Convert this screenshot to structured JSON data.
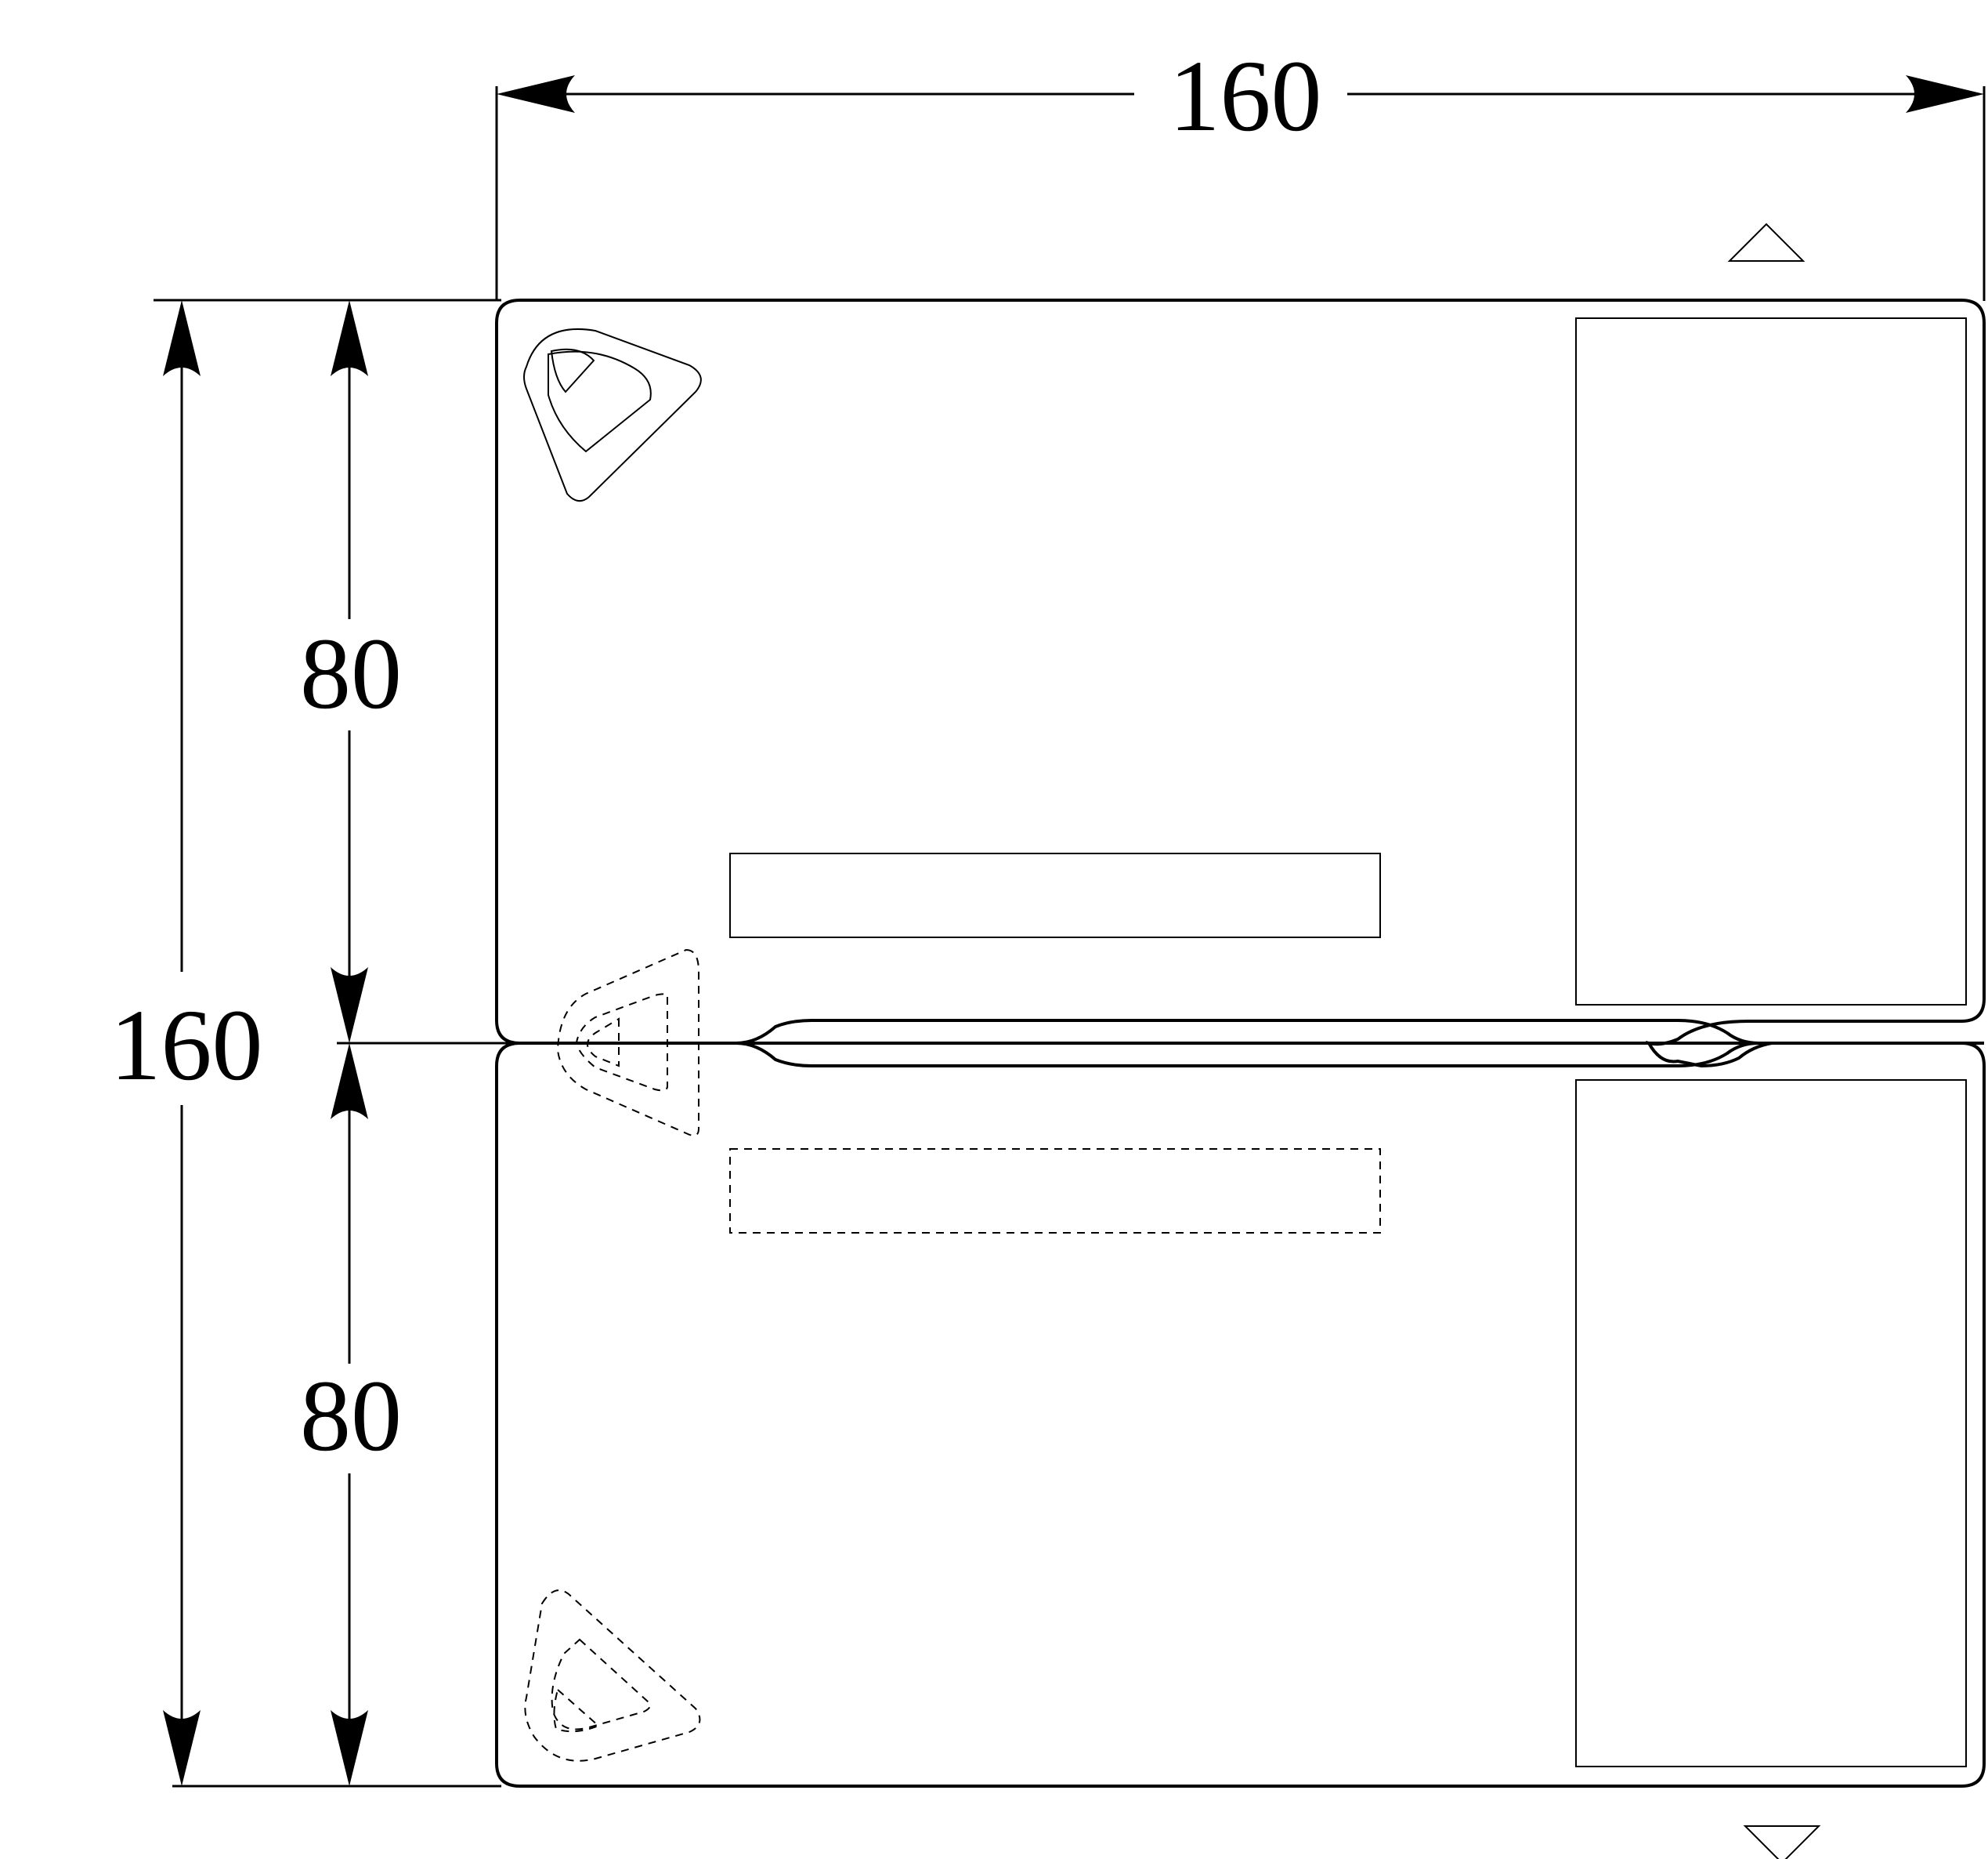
{
  "dimensions": {
    "overall_width": "160",
    "overall_height": "160",
    "upper_panel_height": "80",
    "lower_panel_height": "80"
  },
  "colors": {
    "line": "#000000",
    "background": "#ffffff"
  },
  "icons": {
    "top_marker": "triangle-up-icon",
    "bottom_marker": "triangle-down-icon"
  }
}
